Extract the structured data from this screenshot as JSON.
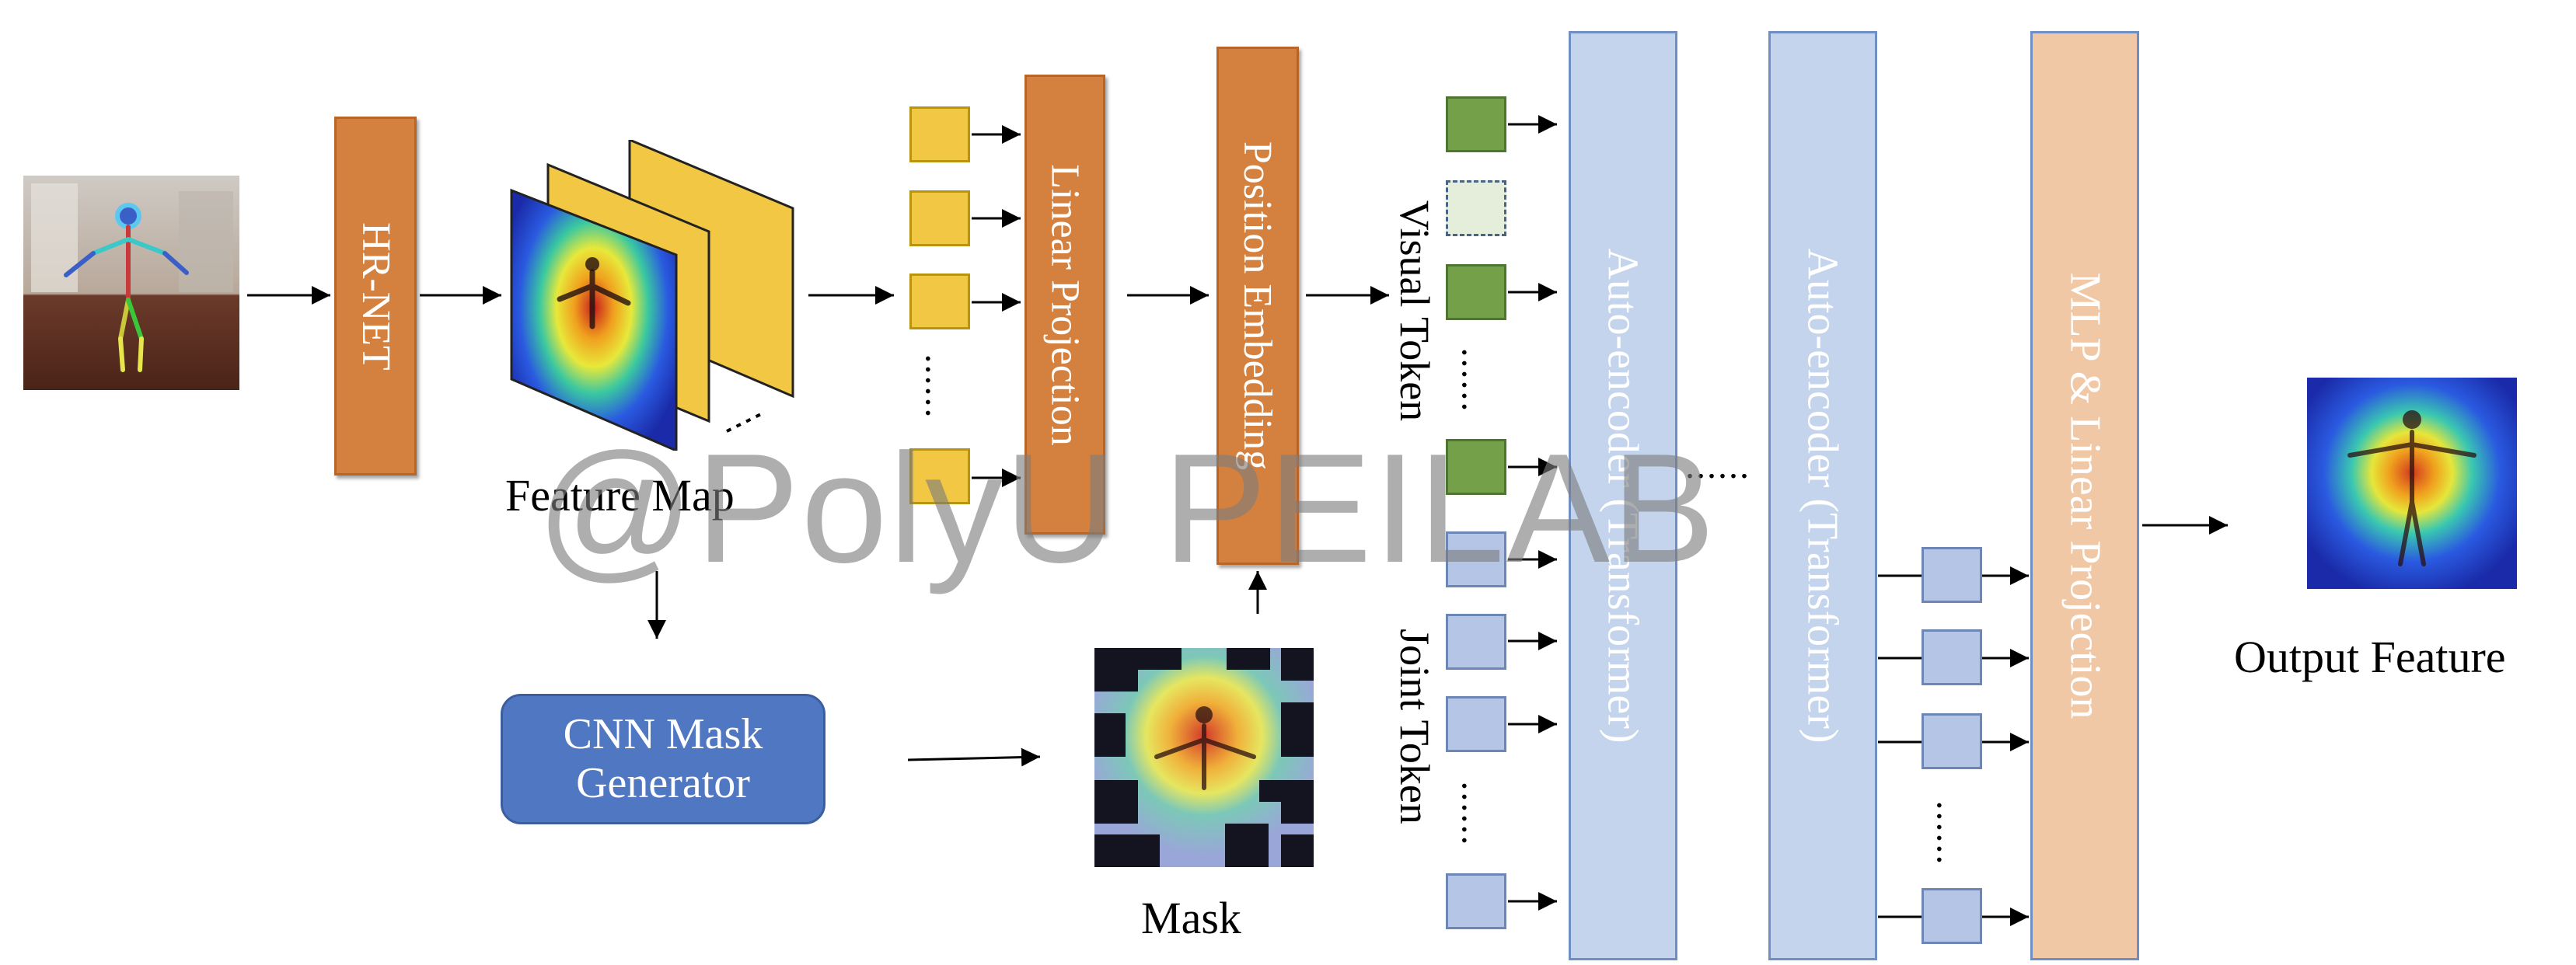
{
  "title": "",
  "blocks": {
    "hrnet": "HR-NET",
    "linear_projection": "Linear Projection",
    "position_embedding": "Position Embedding",
    "autoencoder_1": "Auto-encoder (Transformer)",
    "autoencoder_2": "Auto-encoder (Transformer)",
    "mlp": "MLP & Linear Projection",
    "cnn_mask_line1": "CNN Mask",
    "cnn_mask_line2": "Generator"
  },
  "labels": {
    "feature_map": "Feature Map",
    "mask": "Mask",
    "visual_token": "Visual Token",
    "joint_token": "Joint Token",
    "output_feature": "Output Feature"
  },
  "ellipsis": "......",
  "watermark": "@PolyU PEILAB",
  "colors": {
    "block_orange": "#d4803e",
    "transformer_blue": "#c3d4ec",
    "mlp_peach": "#f1c8a5",
    "cnn_blue": "#4f77c2",
    "token_yellow": "#f2c744",
    "token_green": "#75a04a",
    "token_blue": "#b4c5e6"
  },
  "icons": {
    "input": "input-pose-photo",
    "heatmap": "attention-heatmap",
    "mask": "masked-heatmap",
    "output": "output-heatmap"
  }
}
